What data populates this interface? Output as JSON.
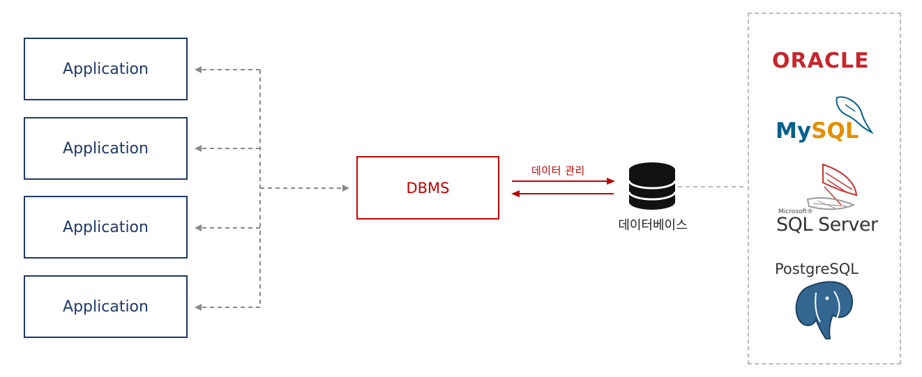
{
  "applications": [
    {
      "label": "Application"
    },
    {
      "label": "Application"
    },
    {
      "label": "Application"
    },
    {
      "label": "Application"
    }
  ],
  "dbms": {
    "label": "DBMS"
  },
  "arrow": {
    "label": "데이터 관리"
  },
  "database": {
    "label": "데이터베이스"
  },
  "logos": {
    "oracle": "ORACLE",
    "mysql_my": "My",
    "mysql_sql": "SQL",
    "sqlserver_brand": "Microsoft®",
    "sqlserver": "SQL Server",
    "postgresql": "PostgreSQL"
  },
  "colors": {
    "app_border": "#1f3864",
    "dbms_accent": "#c00000",
    "dashed_connector": "#888888",
    "oracle": "#c7262c",
    "mysql_blue": "#00618a",
    "mysql_orange": "#e48e00",
    "postgres_blue": "#336791"
  }
}
